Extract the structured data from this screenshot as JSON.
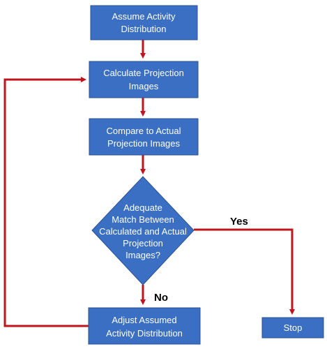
{
  "diagram": {
    "colors": {
      "node_fill": "#3a6fc4",
      "node_border": "#2a5296",
      "node_text": "#ffffff",
      "arrow": "#c0141c",
      "label_text": "#000000",
      "background": "#ffffff"
    },
    "nodes": {
      "assume": {
        "line1": "Assume Activity",
        "line2": "Distribution"
      },
      "calculate": {
        "line1": "Calculate Projection",
        "line2": "Images"
      },
      "compare": {
        "line1": "Compare to Actual",
        "line2": "Projection Images"
      },
      "decision": {
        "line1": "Adequate",
        "line2": "Match Between",
        "line3": "Calculated and Actual",
        "line4": "Projection",
        "line5": "Images?"
      },
      "adjust": {
        "line1": "Adjust Assumed",
        "line2": "Activity Distribution"
      },
      "stop": {
        "line1": "Stop"
      }
    },
    "edge_labels": {
      "yes": "Yes",
      "no": "No"
    }
  }
}
